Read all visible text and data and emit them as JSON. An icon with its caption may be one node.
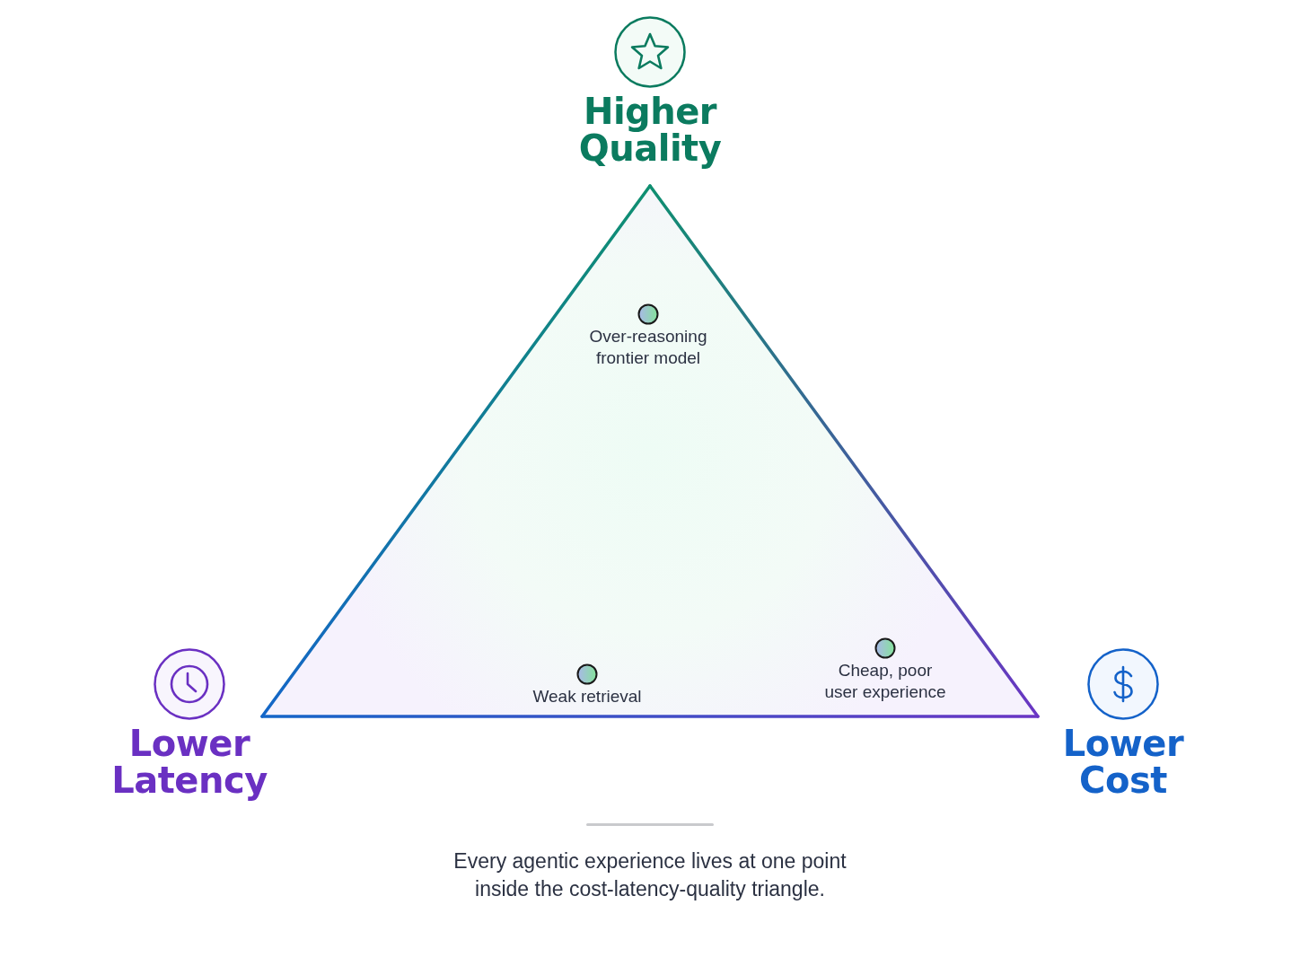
{
  "diagram": {
    "caption": "Every agentic experience lives at one point inside the cost-latency-quality triangle.",
    "nodes": [
      {
        "text": [
          "Higher Quality"
        ]
      },
      {
        "text": [],
        "shape": "triangle"
      },
      {
        "text": [
          "Over-reasoning frontier model"
        ],
        "in": 1
      },
      {
        "text": [
          "Lower Latency"
        ]
      },
      {
        "text": [
          "Weak retrieval"
        ],
        "in": 1
      },
      {
        "text": [
          "Cheap, poor user experience"
        ],
        "in": 1
      },
      {
        "text": [
          "Lower Cost"
        ]
      }
    ]
  }
}
